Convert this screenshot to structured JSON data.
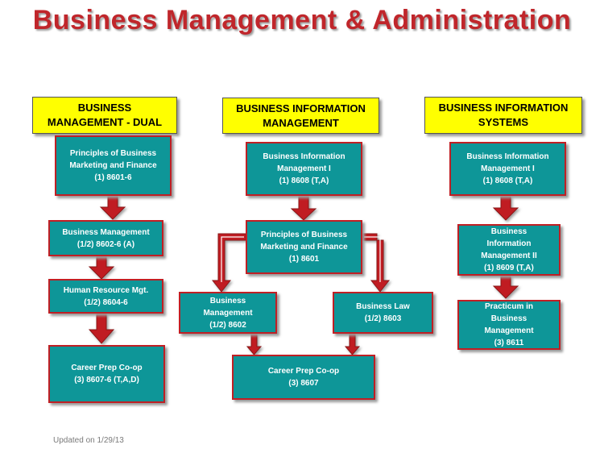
{
  "title": "Business Management & Administration",
  "footer": "Updated on 1/29/13",
  "colors": {
    "title": "#c0262b",
    "header_fill": "#ffff00",
    "box_fill": "#0e9698",
    "box_border": "#c01f24",
    "arrow": "#c01f24"
  },
  "columns": [
    {
      "header": "BUSINESS\nMANAGEMENT - DUAL",
      "courses": [
        "Principles of Business\nMarketing and Finance\n(1) 8601-6",
        "Business Management\n(1/2) 8602-6 (A)",
        "Human Resource Mgt.\n(1/2) 8604-6",
        "Career Prep Co-op\n(3) 8607-6 (T,A,D)"
      ]
    },
    {
      "header": "BUSINESS INFORMATION\nMANAGEMENT",
      "courses": [
        "Business Information\nManagement I\n(1) 8608 (T,A)",
        "Principles of Business\nMarketing and Finance\n(1) 8601",
        "Business\nManagement\n(1/2) 8602",
        "Business Law\n(1/2) 8603",
        "Career Prep Co-op\n(3) 8607"
      ]
    },
    {
      "header": "BUSINESS INFORMATION\nSYSTEMS",
      "courses": [
        "Business Information\nManagement I\n(1) 8608 (T,A)",
        "Business\nInformation\nManagement II\n(1) 8609 (T,A)",
        "Practicum in\nBusiness\nManagement\n(3) 8611"
      ]
    }
  ]
}
